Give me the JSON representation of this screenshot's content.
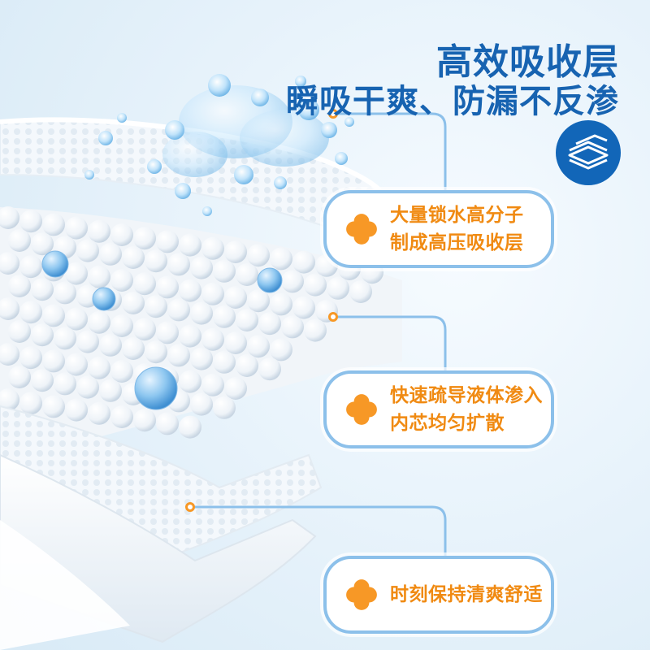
{
  "headline": {
    "line1": "高效吸收层",
    "line2": "瞬吸干爽、防漏不反渗"
  },
  "icons": {
    "badge": "layers-icon",
    "bullet": "flower-bullet-icon"
  },
  "features": [
    {
      "lines": [
        "大量锁水高分子",
        "制成高压吸收层"
      ]
    },
    {
      "lines": [
        "快速疏导液体渗入",
        "内芯均匀扩散"
      ]
    },
    {
      "lines": [
        "时刻保持清爽舒适"
      ]
    }
  ],
  "colors": {
    "headline": "#1763b1",
    "accent_orange": "#f79826",
    "feature_text": "#f08a12",
    "card_border": "#8cc0ea",
    "badge_bg": "#1266b8"
  }
}
